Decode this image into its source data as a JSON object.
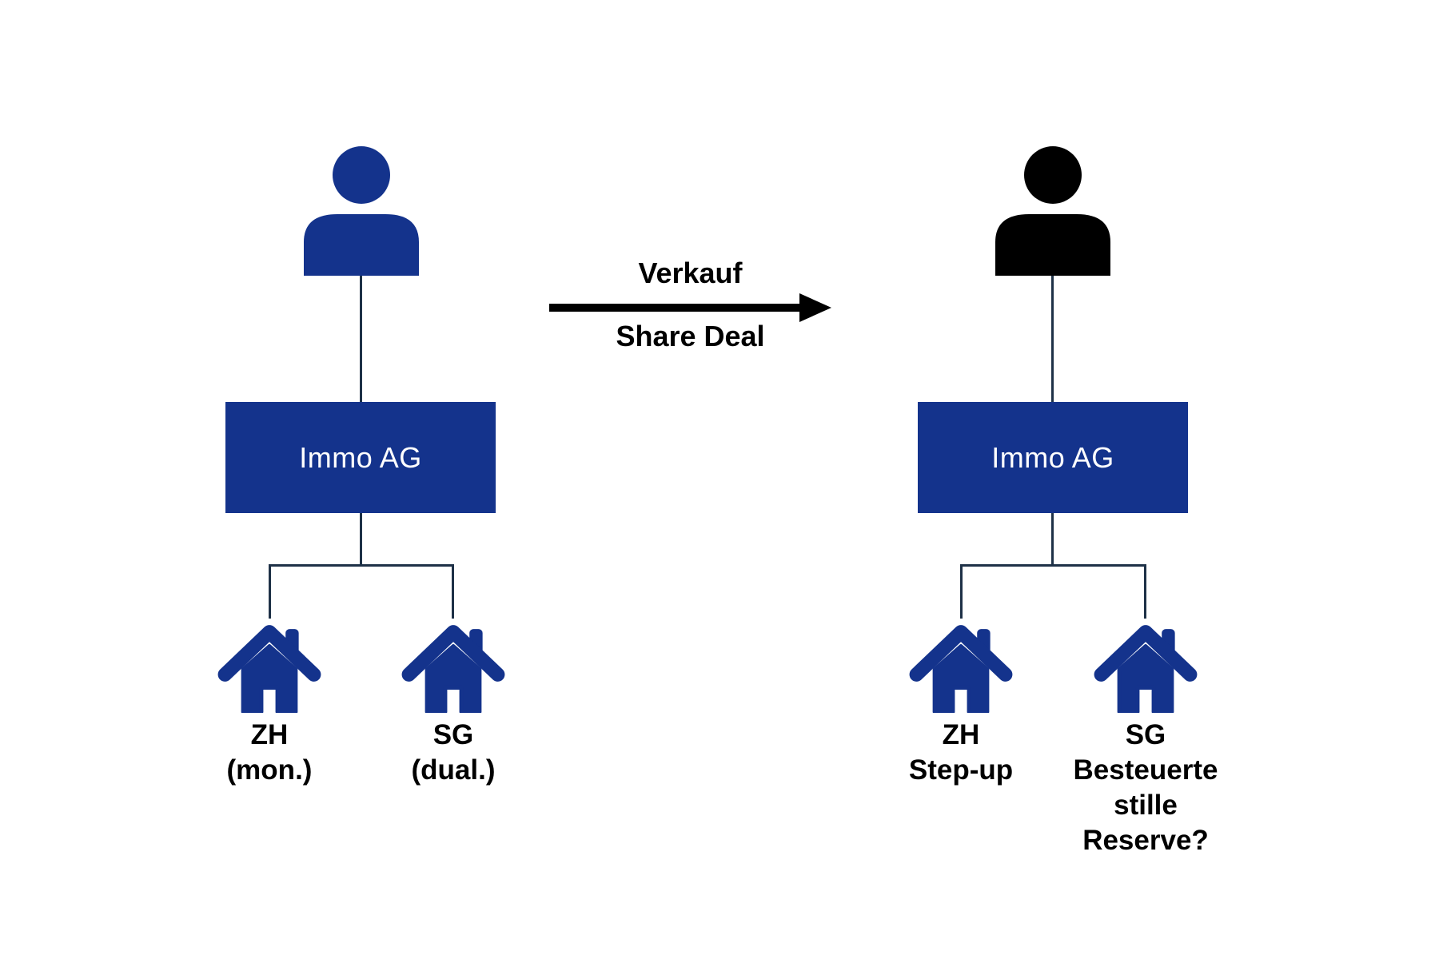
{
  "diagram_title": "",
  "colors": {
    "primary_blue": "#14338C",
    "connector_navy": "#1E3147",
    "arrow_black": "#000000",
    "box_text_white": "#FFFFFF",
    "label_text_black": "#000000",
    "background_white": "#FFFFFF"
  },
  "arrow": {
    "label_top": "Verkauf",
    "label_bottom": "Share Deal"
  },
  "left_structure": {
    "owner_icon": "person-icon",
    "owner_color": "#14338C",
    "company": {
      "label": "Immo AG"
    },
    "properties": [
      {
        "icon": "house-icon",
        "lines": [
          "ZH",
          "(mon.)"
        ]
      },
      {
        "icon": "house-icon",
        "lines": [
          "SG",
          "(dual.)"
        ]
      }
    ]
  },
  "right_structure": {
    "owner_icon": "person-icon",
    "owner_color": "#000000",
    "company": {
      "label": "Immo AG"
    },
    "properties": [
      {
        "icon": "house-icon",
        "lines": [
          "ZH",
          "Step-up"
        ]
      },
      {
        "icon": "house-icon",
        "lines": [
          "SG",
          "Besteuerte",
          "stille",
          "Reserve?"
        ]
      }
    ]
  }
}
